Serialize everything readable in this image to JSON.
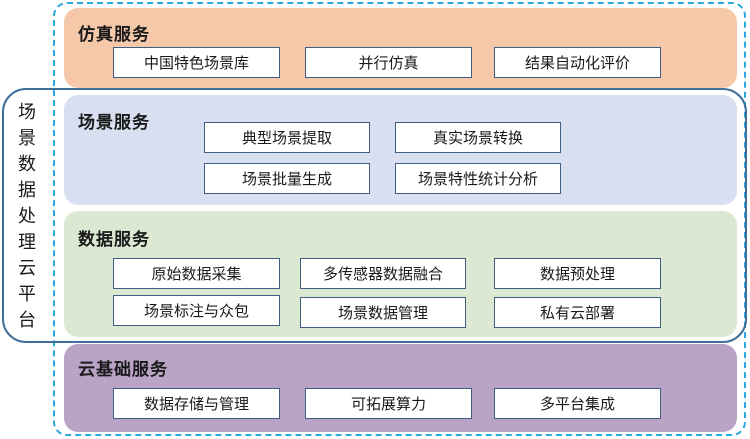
{
  "side_label": [
    "场",
    "景",
    "数",
    "据",
    "处",
    "理",
    "云",
    "平",
    "台"
  ],
  "layers": {
    "simulation": {
      "title": "仿真服务",
      "boxes": [
        "中国特色场景库",
        "并行仿真",
        "结果自动化评价"
      ]
    },
    "scenario": {
      "title": "场景服务",
      "boxes": [
        "典型场景提取",
        "真实场景转换",
        "场景批量生成",
        "场景特性统计分析"
      ]
    },
    "data": {
      "title": "数据服务",
      "boxes": [
        "原始数据采集",
        "多传感器数据融合",
        "数据预处理",
        "场景标注与众包",
        "场景数据管理",
        "私有云部署"
      ]
    },
    "cloud": {
      "title": "云基础服务",
      "boxes": [
        "数据存储与管理",
        "可拓展算力",
        "多平台集成"
      ]
    }
  },
  "colors": {
    "simulation_bg": "#f6c8aa",
    "scenario_bg": "#d7dff1",
    "data_bg": "#dbe9d3",
    "cloud_bg": "#b9a3c6",
    "dashed_border": "#2aa8e0",
    "frame_border": "#3f6f9a"
  }
}
